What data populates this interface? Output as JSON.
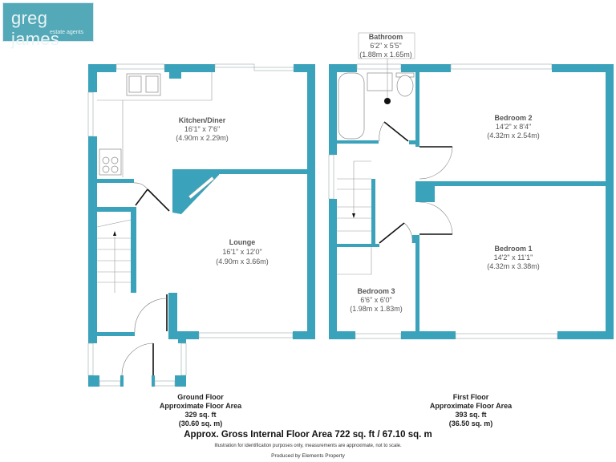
{
  "logo": {
    "brand": "greg james",
    "tagline": "estate agents"
  },
  "ground_floor": {
    "rooms": [
      {
        "name": "Kitchen/Diner",
        "imperial": "16'1\" x 7'6\"",
        "metric": "(4.90m x 2.29m)"
      },
      {
        "name": "Lounge",
        "imperial": "16'1\" x 12'0\"",
        "metric": "(4.90m x 3.66m)"
      }
    ],
    "title": "Ground Floor",
    "area_label": "Approximate Floor Area",
    "area_sqft": "329 sq. ft",
    "area_sqm": "(30.60 sq. m)"
  },
  "first_floor": {
    "rooms": [
      {
        "name": "Bathroom",
        "imperial": "6'2\" x 5'5\"",
        "metric": "(1.88m x 1.65m)"
      },
      {
        "name": "Bedroom 2",
        "imperial": "14'2\" x 8'4\"",
        "metric": "(4.32m x 2.54m)"
      },
      {
        "name": "Bedroom 1",
        "imperial": "14'2\" x 11'1\"",
        "metric": "(4.32m x 3.38m)"
      },
      {
        "name": "Bedroom 3",
        "imperial": "6'6\" x 6'0\"",
        "metric": "(1.98m x 1.83m)"
      }
    ],
    "title": "First Floor",
    "area_label": "Approximate Floor Area",
    "area_sqft": "393 sq. ft",
    "area_sqm": "(36.50 sq. m)"
  },
  "gross_area": "Approx. Gross Internal Floor Area 722 sq. ft / 67.10 sq. m",
  "disclaimer": "Illustration for identification purposes only, measurements are approximate, not to scale.",
  "producer": "Produced by Elements Property",
  "colors": {
    "wall": "#3aa2ba",
    "logo_bg": "#54a9b8"
  }
}
